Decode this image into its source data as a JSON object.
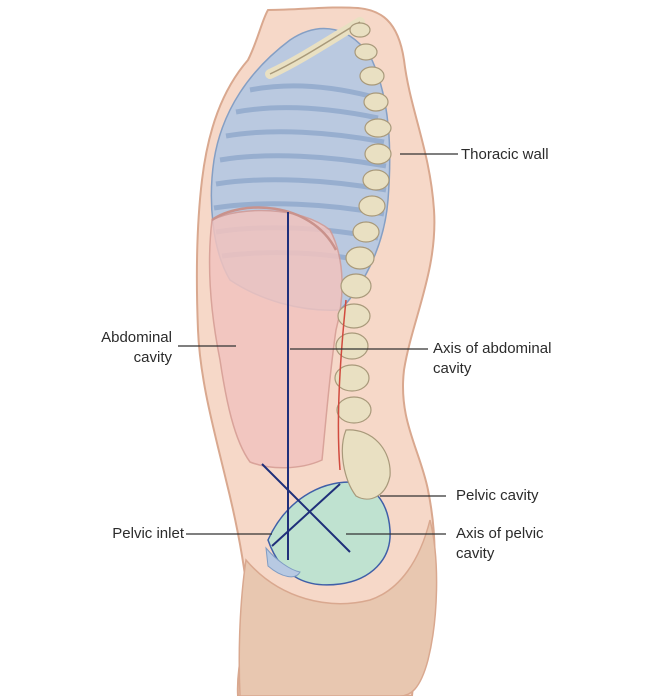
{
  "labels": {
    "thoracic_wall": "Thoracic wall",
    "abdominal_cavity_l1": "Abdominal",
    "abdominal_cavity_l2": "cavity",
    "axis_abdominal_l1": "Axis of abdominal",
    "axis_abdominal_l2": "cavity",
    "pelvic_cavity": "Pelvic cavity",
    "pelvic_inlet": "Pelvic inlet",
    "axis_pelvic_l1": "Axis of pelvic",
    "axis_pelvic_l2": "cavity"
  },
  "colors": {
    "skin": "#f6d8c8",
    "skin_outline": "#d9a88f",
    "thorax": "#b7c9e2",
    "abdomen": "#f2c4bf",
    "pelvis": "#bfe2d0",
    "bone": "#e9e0c2",
    "bone_outline": "#a8997a",
    "axis_line": "#1f2f7a",
    "leader": "#333333"
  }
}
